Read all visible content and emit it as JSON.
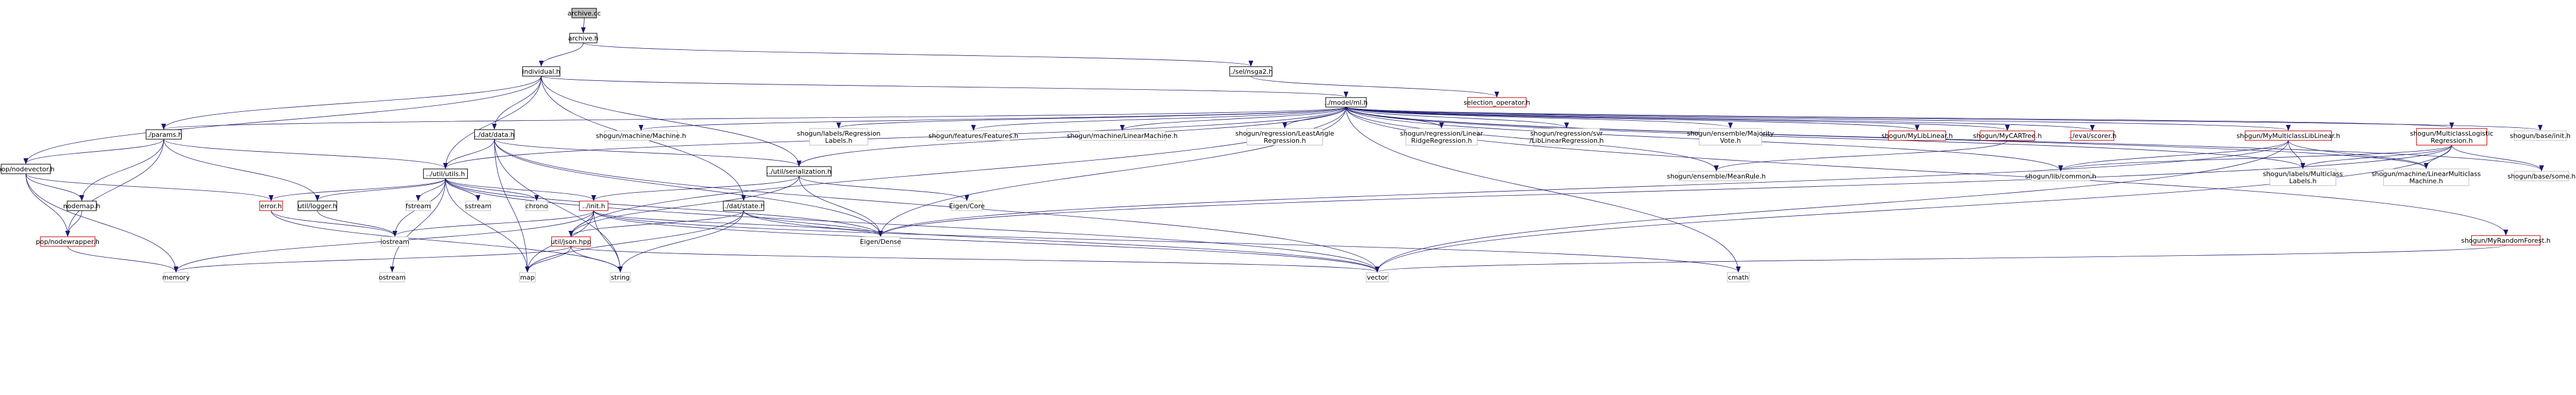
{
  "colors": {
    "edge": "#191970",
    "box_normal": "#000000",
    "box_red": "#bf0000",
    "box_gray": "#bfbfbf",
    "fill_root": "#bfbfbf",
    "fill": "#ffffff",
    "text_normal": "#000000",
    "text_gray": "#000000",
    "text_red": "#000000"
  },
  "nodes": [
    {
      "id": "archive_cc",
      "lines": [
        "archive.cc"
      ],
      "kind": "root"
    },
    {
      "id": "archive_h",
      "lines": [
        "archive.h"
      ],
      "kind": "normal"
    },
    {
      "id": "individual_h",
      "lines": [
        "individual.h"
      ],
      "kind": "normal"
    },
    {
      "id": "nsga2_h",
      "lines": [
        "../sel/nsga2.h"
      ],
      "kind": "normal"
    },
    {
      "id": "selection_operator_h",
      "lines": [
        "selection_operator.h"
      ],
      "kind": "red"
    },
    {
      "id": "ml_h",
      "lines": [
        "../model/ml.h"
      ],
      "kind": "normal"
    },
    {
      "id": "params_h",
      "lines": [
        "../params.h"
      ],
      "kind": "normal"
    },
    {
      "id": "data_h",
      "lines": [
        "../dat/data.h"
      ],
      "kind": "normal"
    },
    {
      "id": "popnodevector_h",
      "lines": [
        "pop/nodevector.h"
      ],
      "kind": "normal"
    },
    {
      "id": "utils_h",
      "lines": [
        "../util/utils.h"
      ],
      "kind": "normal"
    },
    {
      "id": "serialization_h",
      "lines": [
        "../util/serialization.h"
      ],
      "kind": "normal"
    },
    {
      "id": "nodemap_h",
      "lines": [
        "nodemap.h"
      ],
      "kind": "normal"
    },
    {
      "id": "nodewrapper_h",
      "lines": [
        "pop/nodewrapper.h"
      ],
      "kind": "red"
    },
    {
      "id": "error_h",
      "lines": [
        "error.h"
      ],
      "kind": "red"
    },
    {
      "id": "logger_h",
      "lines": [
        "util/logger.h"
      ],
      "kind": "normal"
    },
    {
      "id": "fstream",
      "lines": [
        "fstream"
      ],
      "kind": "gray"
    },
    {
      "id": "sstream",
      "lines": [
        "sstream"
      ],
      "kind": "gray"
    },
    {
      "id": "chrono",
      "lines": [
        "chrono"
      ],
      "kind": "gray"
    },
    {
      "id": "init_h",
      "lines": [
        "../init.h"
      ],
      "kind": "red"
    },
    {
      "id": "state_h",
      "lines": [
        "../dat/state.h"
      ],
      "kind": "normal"
    },
    {
      "id": "eigen_core",
      "lines": [
        "Eigen/Core"
      ],
      "kind": "gray"
    },
    {
      "id": "eigen_dense",
      "lines": [
        "Eigen/Dense"
      ],
      "kind": "gray"
    },
    {
      "id": "iostream",
      "lines": [
        "iostream"
      ],
      "kind": "gray"
    },
    {
      "id": "json_hpp",
      "lines": [
        "util/json.hpp"
      ],
      "kind": "red"
    },
    {
      "id": "memory",
      "lines": [
        "memory"
      ],
      "kind": "gray"
    },
    {
      "id": "ostream",
      "lines": [
        "ostream"
      ],
      "kind": "gray"
    },
    {
      "id": "map",
      "lines": [
        "map"
      ],
      "kind": "gray"
    },
    {
      "id": "string",
      "lines": [
        "string"
      ],
      "kind": "gray"
    },
    {
      "id": "vector",
      "lines": [
        "vector"
      ],
      "kind": "gray"
    },
    {
      "id": "cmath",
      "lines": [
        "cmath"
      ],
      "kind": "gray"
    },
    {
      "id": "sg_machine",
      "lines": [
        "shogun/machine/Machine.h"
      ],
      "kind": "gray"
    },
    {
      "id": "sg_reglabels",
      "lines": [
        "shogun/labels/Regression",
        "Labels.h"
      ],
      "kind": "gray"
    },
    {
      "id": "sg_features",
      "lines": [
        "shogun/features/Features.h"
      ],
      "kind": "gray"
    },
    {
      "id": "sg_linearmachine",
      "lines": [
        "shogun/machine/LinearMachine.h"
      ],
      "kind": "gray"
    },
    {
      "id": "sg_leastangle",
      "lines": [
        "shogun/regression/LeastAngle",
        "Regression.h"
      ],
      "kind": "gray"
    },
    {
      "id": "sg_linridge",
      "lines": [
        "shogun/regression/Linear",
        "RidgeRegression.h"
      ],
      "kind": "gray"
    },
    {
      "id": "sg_svrlib",
      "lines": [
        "shogun/regression/svr",
        "/LibLinearRegression.h"
      ],
      "kind": "gray"
    },
    {
      "id": "sg_majvote",
      "lines": [
        "shogun/ensemble/Majority",
        "Vote.h"
      ],
      "kind": "gray"
    },
    {
      "id": "sg_mylib",
      "lines": [
        "shogun/MyLibLinear.h"
      ],
      "kind": "red"
    },
    {
      "id": "sg_mycart",
      "lines": [
        "shogun/MyCARTree.h"
      ],
      "kind": "red"
    },
    {
      "id": "eval_scorer",
      "lines": [
        "../eval/scorer.h"
      ],
      "kind": "red"
    },
    {
      "id": "sg_mymulticlass",
      "lines": [
        "shogun/MyMulticlassLibLinear.h"
      ],
      "kind": "red"
    },
    {
      "id": "sg_multilogistic",
      "lines": [
        "shogun/MulticlassLogistic",
        "Regression.h"
      ],
      "kind": "red"
    },
    {
      "id": "sg_init",
      "lines": [
        "shogun/base/init.h"
      ],
      "kind": "gray"
    },
    {
      "id": "sg_meanrule",
      "lines": [
        "shogun/ensemble/MeanRule.h"
      ],
      "kind": "gray"
    },
    {
      "id": "sg_common",
      "lines": [
        "shogun/lib/common.h"
      ],
      "kind": "gray"
    },
    {
      "id": "sg_mclabels",
      "lines": [
        "shogun/labels/Multiclass",
        "Labels.h"
      ],
      "kind": "gray"
    },
    {
      "id": "sg_linmulticlass",
      "lines": [
        "shogun/machine/LinearMulticlass",
        "Machine.h"
      ],
      "kind": "gray"
    },
    {
      "id": "sg_some",
      "lines": [
        "shogun/base/some.h"
      ],
      "kind": "gray"
    },
    {
      "id": "sg_randomforest",
      "lines": [
        "shogun/MyRandomForest.h"
      ],
      "kind": "red"
    }
  ]
}
